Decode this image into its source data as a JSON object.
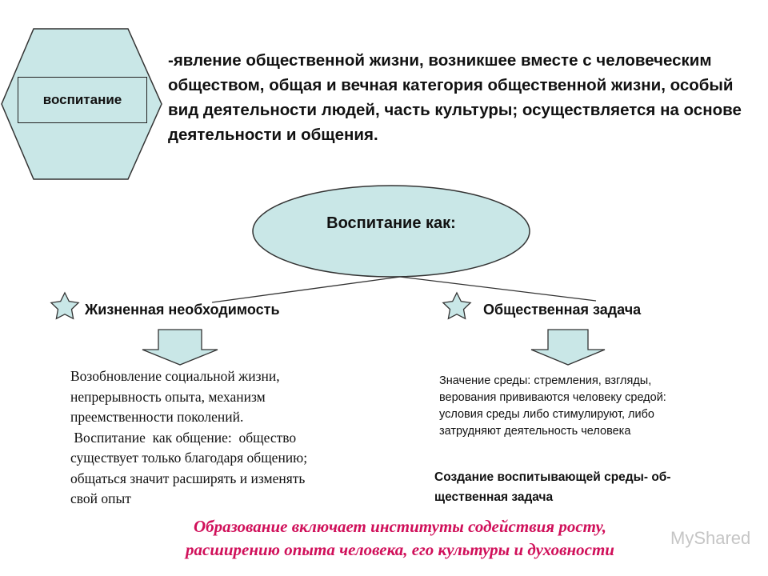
{
  "header": {
    "label": "воспитание",
    "definition": "-явление общественной жизни, возникшее вместе с человеческим обществом, общая и вечная категория общественной жизни, особый вид деятельности людей, часть культуры; осуществляется на основе деятельности и общения."
  },
  "center": {
    "label": "Воспитание как:"
  },
  "branches": {
    "left": {
      "title": "Жизненная необходимость",
      "text_lines": [
        "Возобновление социальной жизни,",
        "непрерывность опыта, механизм",
        "преемственности  поколений.",
        " Воспитание  как общение:  общество",
        "существует только благодаря общению;",
        "общаться значит расширять и изменять",
        "свой опыт"
      ]
    },
    "right": {
      "title": "Общественная задача",
      "text_lines": [
        "Значение среды: стремления, взгляды,",
        "верования прививаются человеку средой:",
        "условия среды либо стимулируют, либо",
        "затрудняют деятельность человека"
      ],
      "bold_lines": [
        "Создание воспитывающей среды- об-",
        "щественная задача"
      ]
    }
  },
  "footer": {
    "lines": [
      "Образование включает институты содействия росту,",
      "расширению опыта человека, его культуры и духовности"
    ]
  },
  "watermark": {
    "text": "MyShared"
  },
  "colors": {
    "shape_fill": "#c9e7e7",
    "outline": "#333333",
    "footer_text": "#d0105a"
  },
  "icons": [
    "star-icon",
    "arrow-down-icon"
  ]
}
